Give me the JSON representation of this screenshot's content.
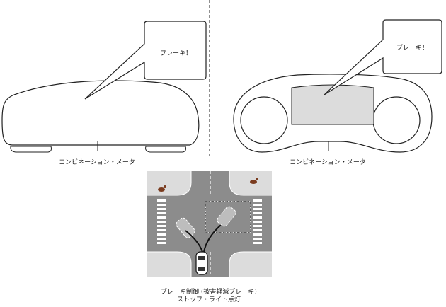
{
  "left_panel": {
    "bubble_text": "ブレーキ！",
    "component_label": "コンビネーション・メータ"
  },
  "right_panel": {
    "bubble_text": "ブレーキ！",
    "component_label": "コンビネーション・メータ"
  },
  "intersection": {
    "caption_line1": "ブレーキ制御 (被害軽減ブレーキ)",
    "caption_line2": "ストップ・ライト点灯"
  },
  "colors": {
    "road": "#8c8c8c",
    "sidewalk": "#dcdcdc",
    "display_fill": "#dcdcdc",
    "outline": "#222222"
  }
}
